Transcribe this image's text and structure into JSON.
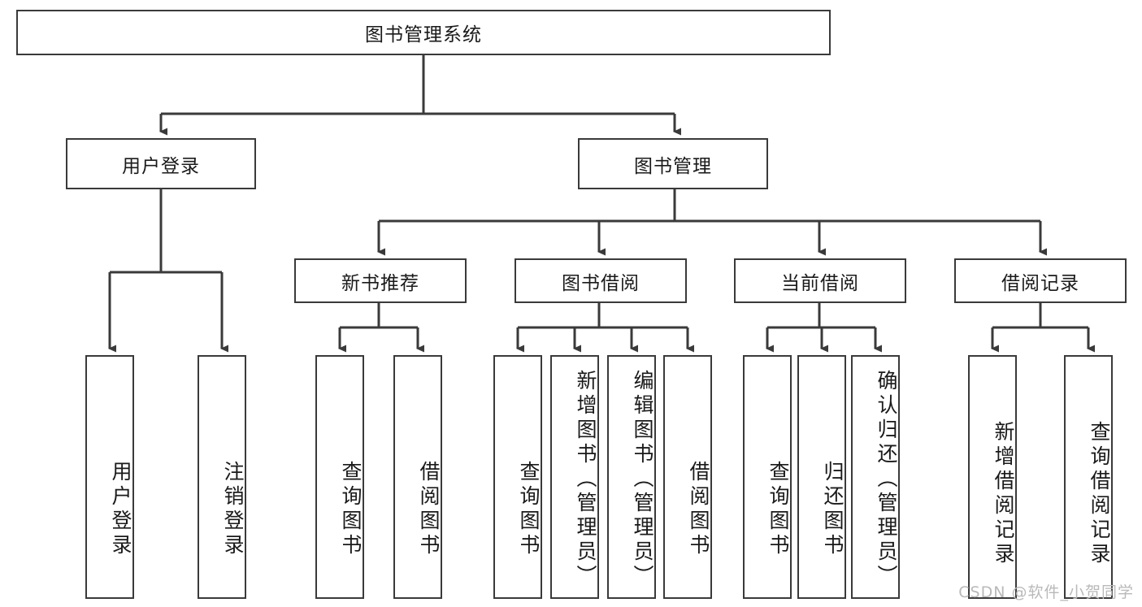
{
  "diagram": {
    "type": "tree-hierarchy",
    "title": "图书管理系统",
    "root": {
      "id": "root",
      "label": "图书管理系统"
    },
    "level1": [
      {
        "id": "user-login",
        "label": "用户登录"
      },
      {
        "id": "book-management",
        "label": "图书管理"
      }
    ],
    "level2": [
      {
        "id": "new-book-recommend",
        "label": "新书推荐",
        "parent": "book-management"
      },
      {
        "id": "book-borrow",
        "label": "图书借阅",
        "parent": "book-management"
      },
      {
        "id": "current-borrow",
        "label": "当前借阅",
        "parent": "book-management"
      },
      {
        "id": "borrow-record",
        "label": "借阅记录",
        "parent": "book-management"
      }
    ],
    "leaves": [
      {
        "id": "leaf-user-login",
        "label": "用户登录",
        "parent": "user-login"
      },
      {
        "id": "leaf-logout-login",
        "label": "注销登录",
        "parent": "user-login"
      },
      {
        "id": "leaf-query-book-1",
        "label": "查询图书",
        "parent": "new-book-recommend"
      },
      {
        "id": "leaf-borrow-book-1",
        "label": "借阅图书",
        "parent": "new-book-recommend"
      },
      {
        "id": "leaf-query-book-2",
        "label": "查询图书",
        "parent": "book-borrow"
      },
      {
        "id": "leaf-add-book",
        "label": "新增图书（管理员）",
        "parent": "book-borrow"
      },
      {
        "id": "leaf-edit-book",
        "label": "编辑图书（管理员）",
        "parent": "book-borrow"
      },
      {
        "id": "leaf-borrow-book-2",
        "label": "借阅图书",
        "parent": "book-borrow"
      },
      {
        "id": "leaf-query-book-3",
        "label": "查询图书",
        "parent": "current-borrow"
      },
      {
        "id": "leaf-return-book",
        "label": "归还图书",
        "parent": "current-borrow"
      },
      {
        "id": "leaf-confirm-return",
        "label": "确认归还（管理员）",
        "parent": "current-borrow"
      },
      {
        "id": "leaf-add-record",
        "label": "新增借阅记录",
        "parent": "borrow-record"
      },
      {
        "id": "leaf-query-record",
        "label": "查询借阅记录",
        "parent": "borrow-record"
      }
    ],
    "colors": {
      "stroke": "#3a3a3a",
      "text": "#1a1a1a",
      "background": "#ffffff",
      "watermark": "#b9b9b9"
    }
  },
  "watermark": {
    "text": "CSDN @软件_小贺同学"
  }
}
